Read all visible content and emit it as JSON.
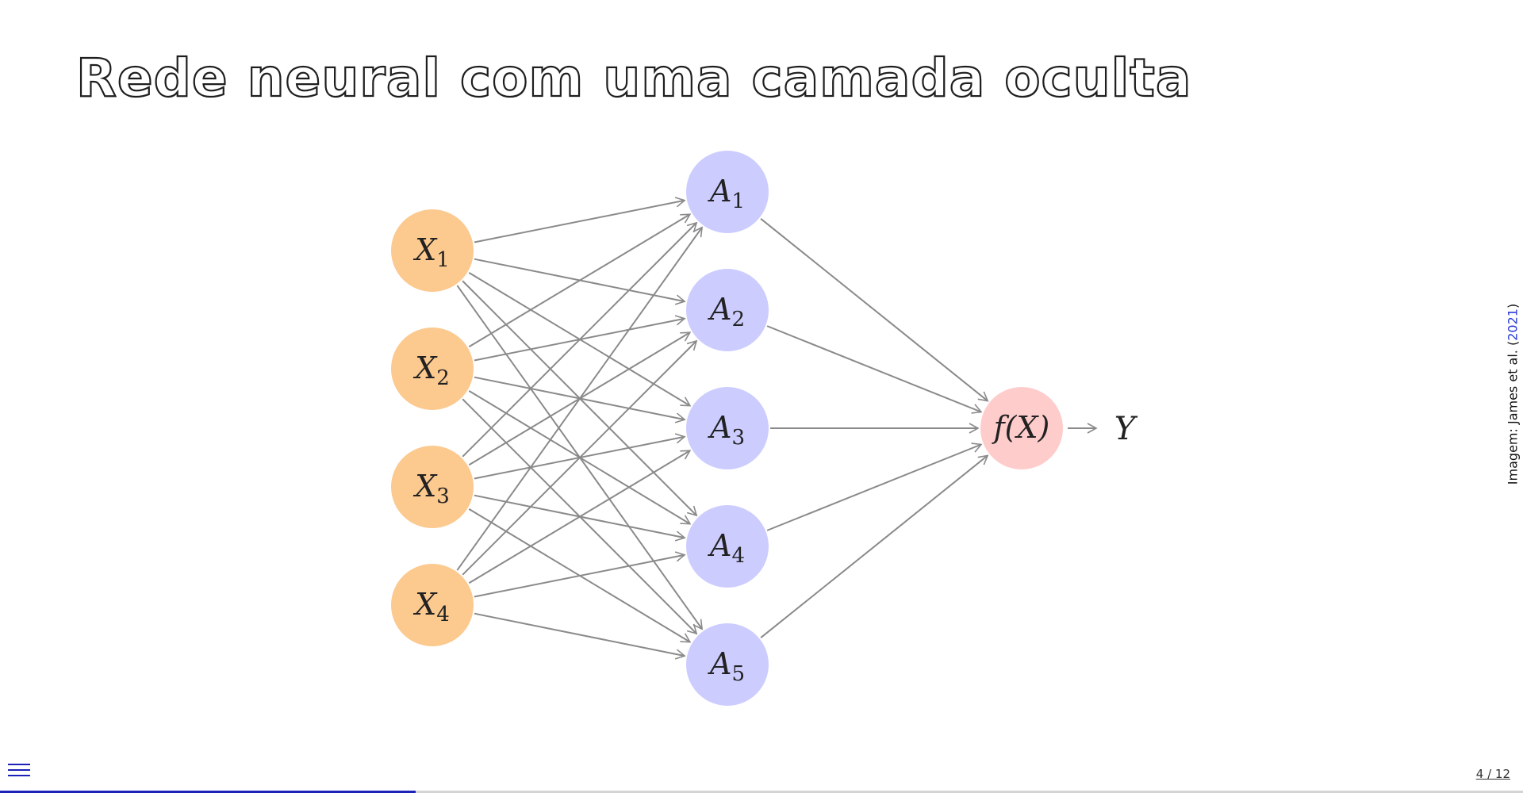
{
  "slide": {
    "title": "Rede neural com uma camada oculta",
    "credit_prefix": "Imagem: James et al. (",
    "credit_year": "2021",
    "credit_suffix": ")",
    "page_counter": "4 / 12",
    "progress": 0.2727
  },
  "diagram": {
    "input_layer": [
      {
        "letter": "X",
        "sub": "1"
      },
      {
        "letter": "X",
        "sub": "2"
      },
      {
        "letter": "X",
        "sub": "3"
      },
      {
        "letter": "X",
        "sub": "4"
      }
    ],
    "hidden_layer": [
      {
        "letter": "A",
        "sub": "1"
      },
      {
        "letter": "A",
        "sub": "2"
      },
      {
        "letter": "A",
        "sub": "3"
      },
      {
        "letter": "A",
        "sub": "4"
      },
      {
        "letter": "A",
        "sub": "5"
      }
    ],
    "output_node": {
      "label": "f(X)"
    },
    "output_variable": "Y",
    "colors": {
      "input": "#fcc98f",
      "hidden": "#ccccff",
      "output": "#ffcccc",
      "edge": "#8a8a8a"
    }
  },
  "icons": {
    "menu": "hamburger-menu-icon"
  }
}
